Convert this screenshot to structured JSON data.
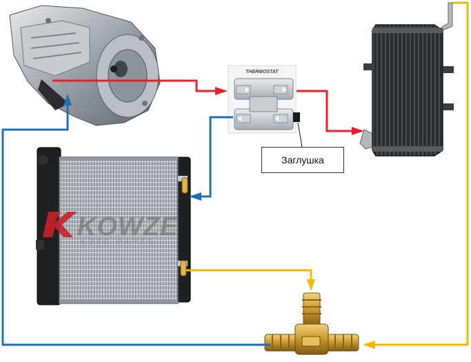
{
  "diagram": {
    "thermostat_label": "THERMOSTAT",
    "plug_label": "Заглушка",
    "brand_name": "KOWZE",
    "brand_sub": "AUTO PARTS"
  },
  "colors": {
    "hot_line": "#e8202a",
    "cold_line": "#1f6fb5",
    "mixed_line": "#f5b800",
    "brand_accent": "#c8202a"
  },
  "components": [
    "transmission",
    "thermostat",
    "oil-cooler",
    "radiator",
    "tee-fitting"
  ]
}
